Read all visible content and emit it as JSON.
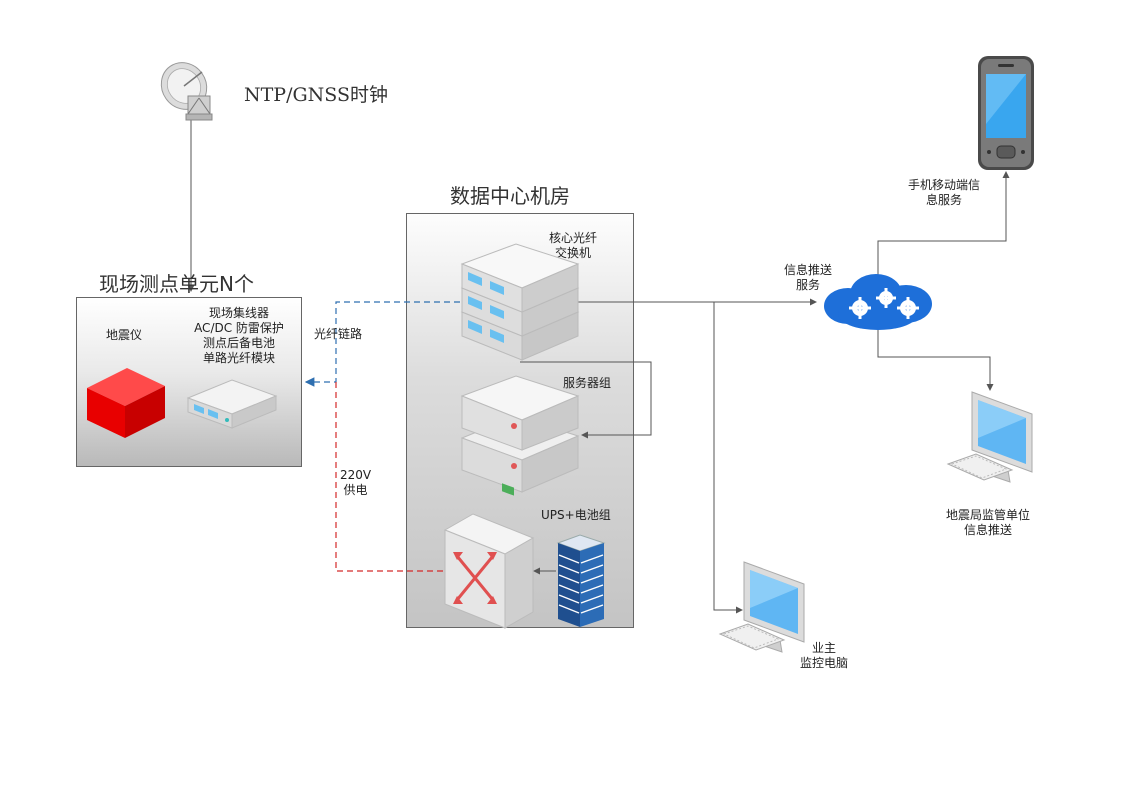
{
  "ntp": {
    "label": "NTP/GNSS时钟",
    "icon": "satellite-dish-icon"
  },
  "site_unit": {
    "title": "现场测点单元N个",
    "seismometer_label": "地震仪",
    "concentrator_label": "现场集线器\nAC/DC 防雷保护\n测点后备电池\n单路光纤模块"
  },
  "links": {
    "fiber_label": "光纤链路",
    "power_label": "220V\n供电"
  },
  "data_center": {
    "title": "数据中心机房",
    "core_switch_label": "核心光纤\n交换机",
    "server_group_label": "服务器组",
    "ups_label": "UPS+电池组"
  },
  "cloud": {
    "label": "信息推送\n服务",
    "icon": "cloud-gears-icon"
  },
  "mobile": {
    "label": "手机移动端信\n息服务",
    "icon": "smartphone-icon"
  },
  "agency": {
    "label": "地震局监管单位\n信息推送",
    "icon": "monitor-icon"
  },
  "owner": {
    "label": "业主\n监控电脑",
    "icon": "monitor-icon"
  },
  "colors": {
    "fiber_link": "#2e6fb0",
    "power_link": "#d42a2a",
    "seismometer": "#ff0000",
    "cloud": "#1e6fd9"
  }
}
